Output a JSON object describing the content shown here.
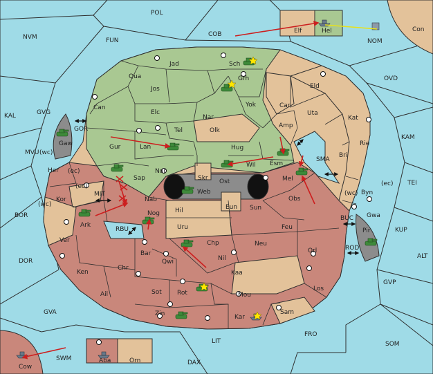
{
  "colors": {
    "sea": "#9fdbe7",
    "green": "#a9c892",
    "tan": "#e3c29a",
    "red": "#c9877b",
    "gray": "#8c8c8c",
    "unit": "#3e8a3a",
    "arrow_red": "#cc1f1f",
    "arrow_yellow": "#e8e21b",
    "border": "#2f2f2f"
  },
  "seas": [
    {
      "id": "POL",
      "label": "POL"
    },
    {
      "id": "NVM",
      "label": "NVM"
    },
    {
      "id": "FUN",
      "label": "FUN"
    },
    {
      "id": "COB",
      "label": "COB"
    },
    {
      "id": "NOM",
      "label": "NOM"
    },
    {
      "id": "OVD",
      "label": "OVD"
    },
    {
      "id": "KAL",
      "label": "KAL"
    },
    {
      "id": "GVG",
      "label": "GVG"
    },
    {
      "id": "MVU",
      "label": "MVU"
    },
    {
      "id": "BOR",
      "label": "BOR"
    },
    {
      "id": "DOR",
      "label": "DOR"
    },
    {
      "id": "GVA",
      "label": "GVA"
    },
    {
      "id": "SWM",
      "label": "SWM"
    },
    {
      "id": "DAX",
      "label": "DAX"
    },
    {
      "id": "LIT",
      "label": "LIT"
    },
    {
      "id": "FRO",
      "label": "FRO"
    },
    {
      "id": "SOM",
      "label": "SOM"
    },
    {
      "id": "GVP",
      "label": "GVP"
    },
    {
      "id": "ALT",
      "label": "ALT"
    },
    {
      "id": "KUP",
      "label": "KUP"
    },
    {
      "id": "TEI",
      "label": "TEI"
    },
    {
      "id": "KAM",
      "label": "KAM"
    },
    {
      "id": "SMA",
      "label": "SMA"
    },
    {
      "id": "MIT",
      "label": "MIT"
    },
    {
      "id": "RBU",
      "label": "RBU"
    },
    {
      "id": "BUC",
      "label": "BUC"
    },
    {
      "id": "ROD",
      "label": "ROD"
    },
    {
      "id": "GOR",
      "label": "GOR"
    }
  ],
  "territories": [
    {
      "id": "Jad",
      "label": "Jad"
    },
    {
      "id": "Sch",
      "label": "Sch"
    },
    {
      "id": "Qua",
      "label": "Qua"
    },
    {
      "id": "Jos",
      "label": "Jos"
    },
    {
      "id": "Grh",
      "label": "Grh"
    },
    {
      "id": "Eld",
      "label": "Eld"
    },
    {
      "id": "Can",
      "label": "Can"
    },
    {
      "id": "Elc",
      "label": "Elc"
    },
    {
      "id": "Nar",
      "label": "Nar"
    },
    {
      "id": "Yok",
      "label": "Yok"
    },
    {
      "id": "Car",
      "label": "Car"
    },
    {
      "id": "Uta",
      "label": "Uta"
    },
    {
      "id": "Kat",
      "label": "Kat"
    },
    {
      "id": "Tel",
      "label": "Tel"
    },
    {
      "id": "Olk",
      "label": "Olk"
    },
    {
      "id": "Amp",
      "label": "Amp"
    },
    {
      "id": "Gur",
      "label": "Gur"
    },
    {
      "id": "Lan",
      "label": "Lan"
    },
    {
      "id": "Hug",
      "label": "Hug"
    },
    {
      "id": "Rie",
      "label": "Rie"
    },
    {
      "id": "Bri",
      "label": "Bri"
    },
    {
      "id": "Nor",
      "label": "Nor"
    },
    {
      "id": "Wil",
      "label": "Wil"
    },
    {
      "id": "Esm",
      "label": "Esm"
    },
    {
      "id": "Skr",
      "label": "Skr"
    },
    {
      "id": "Ost",
      "label": "Ost"
    },
    {
      "id": "Web",
      "label": "Web"
    },
    {
      "id": "Mel",
      "label": "Mel"
    },
    {
      "id": "Sap",
      "label": "Sap"
    },
    {
      "id": "Obs",
      "label": "Obs"
    },
    {
      "id": "Byn",
      "label": "Byn"
    },
    {
      "id": "Gwa",
      "label": "Gwa"
    },
    {
      "id": "Nab",
      "label": "Nab"
    },
    {
      "id": "Hil",
      "label": "Hil"
    },
    {
      "id": "Eun",
      "label": "Eun"
    },
    {
      "id": "Sun",
      "label": "Sun"
    },
    {
      "id": "Her",
      "label": "Her"
    },
    {
      "id": "Kor",
      "label": "Kor"
    },
    {
      "id": "Ark",
      "label": "Ark"
    },
    {
      "id": "Nog",
      "label": "Nog"
    },
    {
      "id": "Uru",
      "label": "Uru"
    },
    {
      "id": "Feu",
      "label": "Feu"
    },
    {
      "id": "Ver",
      "label": "Ver"
    },
    {
      "id": "Bar",
      "label": "Bar"
    },
    {
      "id": "Chp",
      "label": "Chp"
    },
    {
      "id": "Neu",
      "label": "Neu"
    },
    {
      "id": "Orl",
      "label": "Orl"
    },
    {
      "id": "Qwi",
      "label": "Qwi"
    },
    {
      "id": "Nil",
      "label": "Nil"
    },
    {
      "id": "Ken",
      "label": "Ken"
    },
    {
      "id": "Chr",
      "label": "Chr"
    },
    {
      "id": "Kaa",
      "label": "Kaa"
    },
    {
      "id": "Ail",
      "label": "Ail"
    },
    {
      "id": "Sot",
      "label": "Sot"
    },
    {
      "id": "Rot",
      "label": "Rot"
    },
    {
      "id": "Mou",
      "label": "Mou"
    },
    {
      "id": "Los",
      "label": "Los"
    },
    {
      "id": "Zin",
      "label": "Zin"
    },
    {
      "id": "Kar",
      "label": "Kar"
    },
    {
      "id": "Sam",
      "label": "Sam"
    },
    {
      "id": "Elf",
      "label": "Elf"
    },
    {
      "id": "Hel",
      "label": "Hel"
    },
    {
      "id": "Con",
      "label": "Con"
    },
    {
      "id": "Aba",
      "label": "Aba"
    },
    {
      "id": "Orn",
      "label": "Orn"
    },
    {
      "id": "Cow",
      "label": "Cow"
    },
    {
      "id": "Gaw",
      "label": "Gaw"
    },
    {
      "id": "Pir",
      "label": "Pir"
    }
  ],
  "coast_marks": [
    {
      "id": "wc1",
      "label": "(wc)"
    },
    {
      "id": "ec1",
      "label": "(ec)"
    },
    {
      "id": "ec2",
      "label": "(ec)"
    },
    {
      "id": "wc2",
      "label": "(wc)"
    },
    {
      "id": "wc3",
      "label": "(wc)"
    },
    {
      "id": "ec3",
      "label": "(ec)"
    }
  ]
}
